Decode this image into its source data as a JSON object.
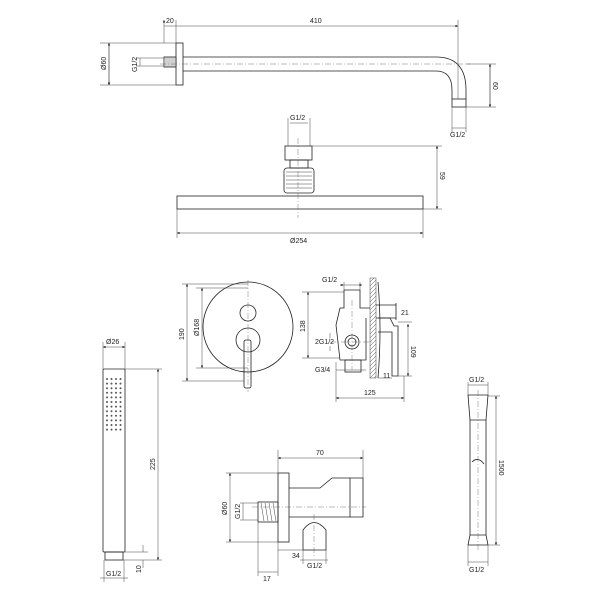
{
  "shower_arm": {
    "length": "410",
    "flange_depth": "20",
    "flange_dia": "Ø60",
    "inlet_thread": "G1/2",
    "drop": "60",
    "outlet_thread": "G1/2"
  },
  "shower_head": {
    "thread": "G1/2",
    "height": "59",
    "diameter": "Ø254"
  },
  "mixer_front": {
    "plate_height": "190",
    "plate_dia": "Ø168"
  },
  "mixer_side": {
    "top_thread": "G1/2",
    "body_height": "138",
    "spout": "21",
    "side_thread": "2G1/2",
    "lever_height": "109",
    "bottom_thread": "G3/4",
    "offset": "11",
    "depth": "125"
  },
  "hand_shower": {
    "diameter": "Ø26",
    "length": "225",
    "thread_length": "10",
    "thread": "G1/2"
  },
  "wall_elbow": {
    "length": "70",
    "flange_dia": "Ø60",
    "inlet_thread": "G1/2",
    "outlet_offset": "34",
    "outlet_thread": "G1/2",
    "flange_depth": "17"
  },
  "hose": {
    "top_thread": "G1/2",
    "length": "1500",
    "bottom_thread": "G1/2"
  },
  "colors": {
    "line": "#222222",
    "background": "#ffffff"
  }
}
